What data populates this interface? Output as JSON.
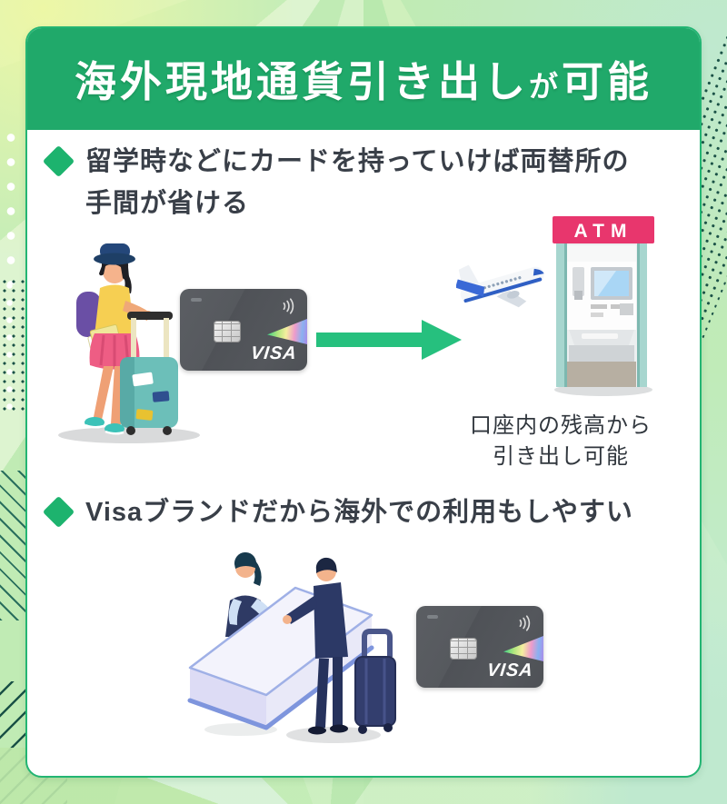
{
  "header": {
    "title_main": "海外現地通貨引き出し",
    "title_particle": "が",
    "title_tail": "可能"
  },
  "bullets": [
    {
      "label": "留学時などにカードを持っていけば両替所の手間が省ける"
    },
    {
      "label": "Visaブランドだから海外での利用もしやすい"
    }
  ],
  "scene1": {
    "atm_sign": "ATM",
    "caption_line1": "口座内の残高から",
    "caption_line2": "引き出し可能"
  },
  "card": {
    "brand": "VISA"
  },
  "icons": {
    "bullet": "diamond-icon",
    "card_contactless": "contactless-waves-icon",
    "card_chip": "ic-chip-icon"
  },
  "colors": {
    "banner_green": "#20a96a",
    "diamond_green": "#1db36e",
    "arrow_green": "#26c07e",
    "border_green": "#23b573",
    "atm_sign_pink": "#e8366d",
    "card_gray": "#54575c",
    "text_dark": "#393f48"
  }
}
